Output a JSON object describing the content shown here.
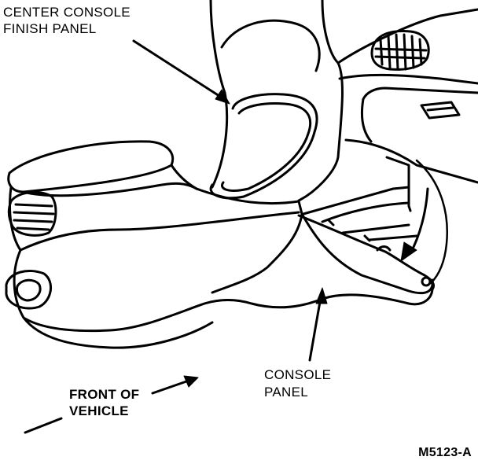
{
  "labels": {
    "center_console_line1": "CENTER CONSOLE",
    "center_console_line2": "FINISH PANEL",
    "console_panel_line1": "CONSOLE",
    "console_panel_line2": "PANEL",
    "front_line1": "FRONT OF",
    "front_line2": "VEHICLE",
    "figure_code": "M5123-A"
  },
  "colors": {
    "ink": "#000000",
    "paper": "#ffffff"
  }
}
